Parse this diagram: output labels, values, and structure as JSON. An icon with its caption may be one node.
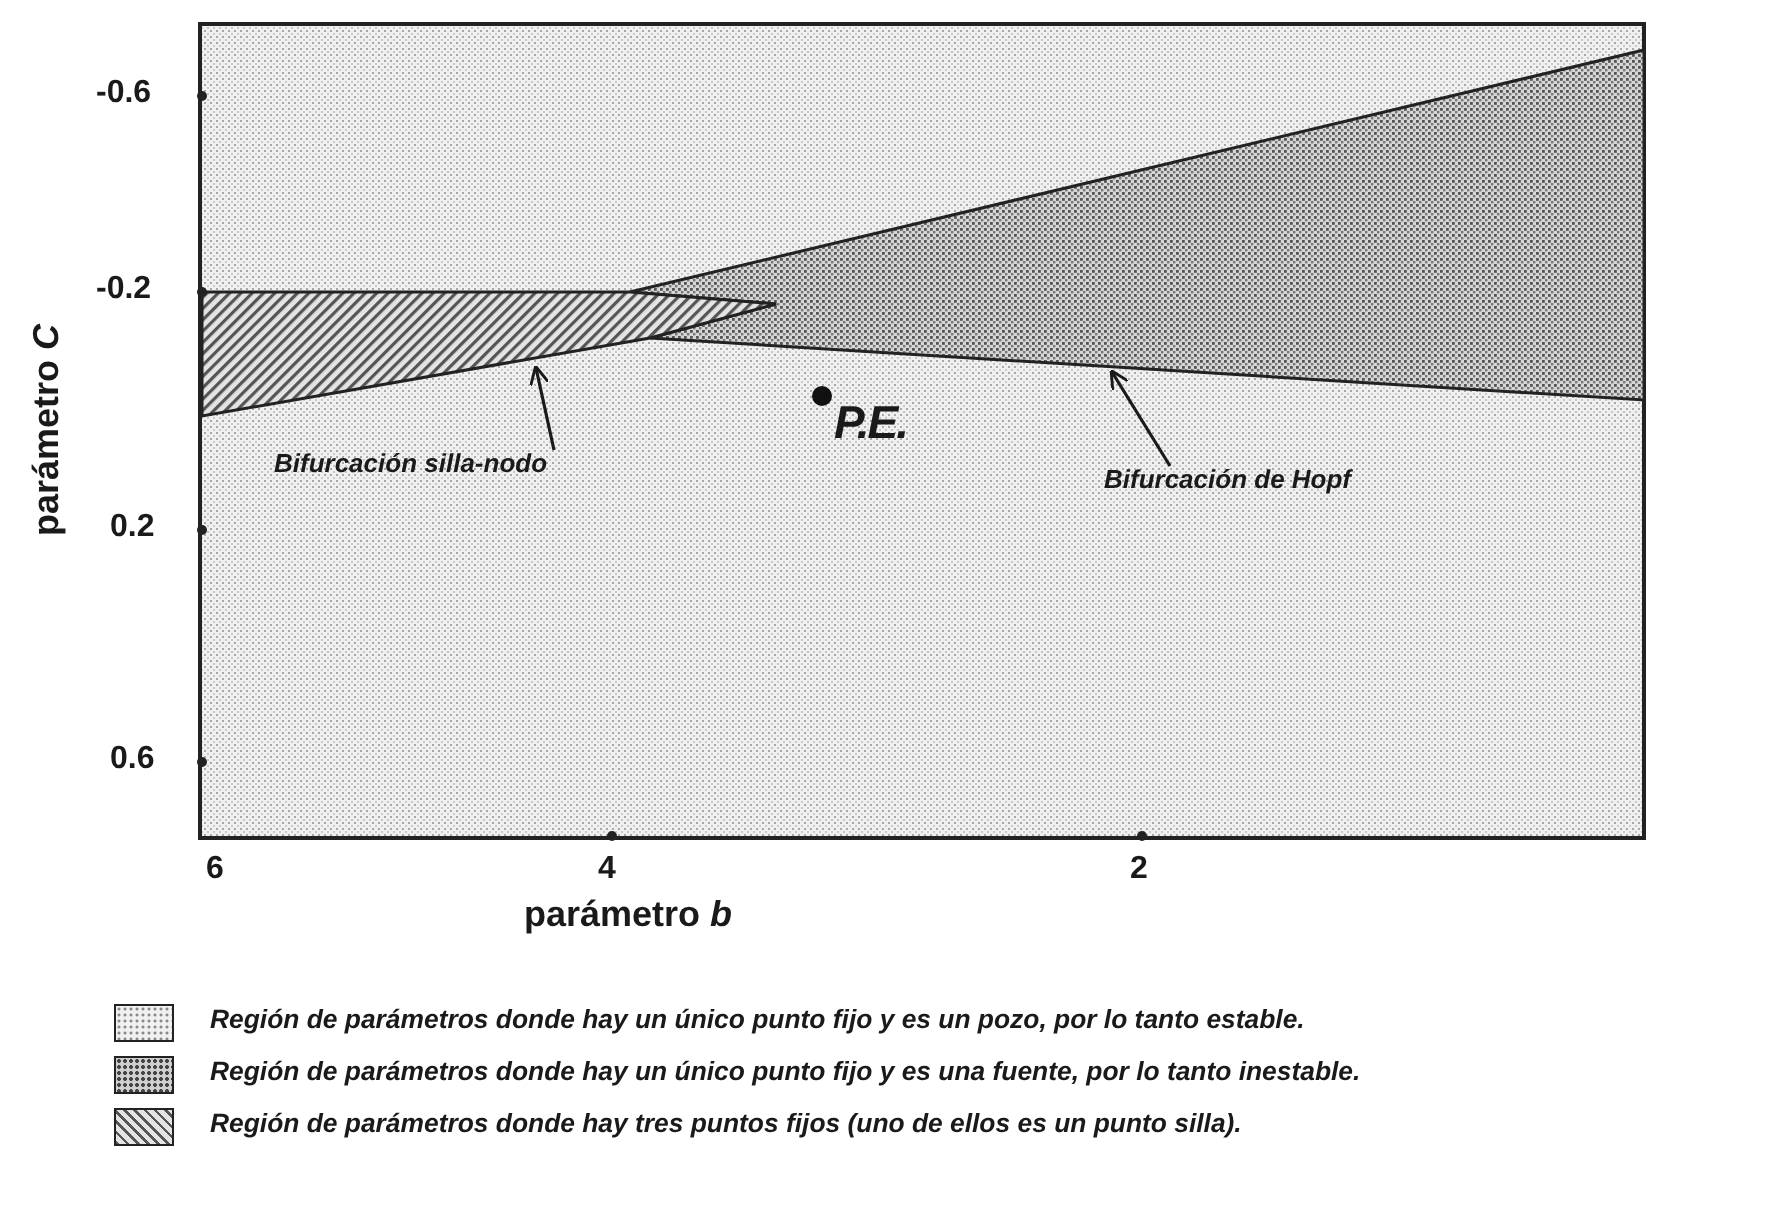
{
  "diagram": {
    "nodes": [
      {
        "text": [
          "Bifurcación silla-nodo"
        ]
      },
      {
        "text": [
          "Bifurcación de Hopf"
        ]
      }
    ],
    "edges": [
      {
        "from": 0,
        "to": null,
        "arrow": "to"
      },
      {
        "from": 1,
        "to": null,
        "arrow": "to"
      }
    ],
    "labels": [
      "-0.6",
      "parámetro *C*",
      "-0.2",
      "P.E.",
      "0.2",
      "0.6",
      "6",
      "4",
      "2",
      "parámetro *b*"
    ],
    "legend": [
      {
        "text": "Región de parámetros donde hay un único punto fijo y es un pozo, por lo tanto estable."
      },
      {
        "text": "Región de parámetros donde hay un único punto fijo y es una fuente, por lo tanto inestable."
      },
      {
        "text": "Región de parámetros donde hay tres puntos fijos (uno de ellos es un punto silla)."
      }
    ]
  }
}
